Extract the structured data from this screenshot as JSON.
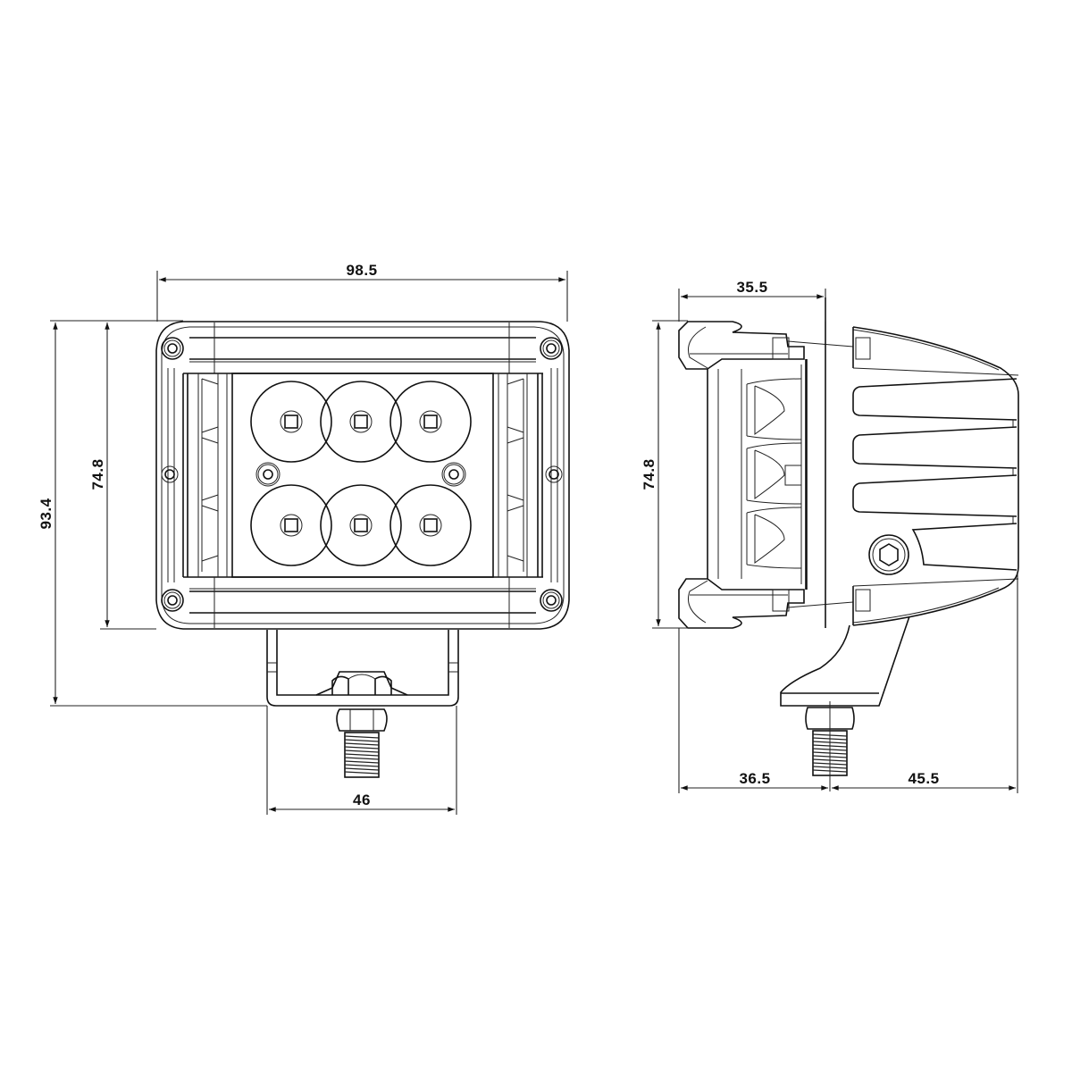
{
  "drawing": {
    "subject": "LED cube work light dimension drawing",
    "units": "mm",
    "front_view": {
      "dimensions": {
        "overall_width": "98.5",
        "housing_height": "74.8",
        "overall_height": "93.4",
        "bracket_width": "46"
      },
      "led_count": 6,
      "led_layout": "2 rows x 3 columns"
    },
    "side_view": {
      "dimensions": {
        "bezel_depth": "35.5",
        "housing_height": "74.8",
        "front_to_bolt": "36.5",
        "bolt_to_rear": "45.5"
      },
      "side_led_count": 3,
      "heatsink_fins": 4
    }
  },
  "colors": {
    "line": "#111111",
    "background": "#ffffff"
  }
}
